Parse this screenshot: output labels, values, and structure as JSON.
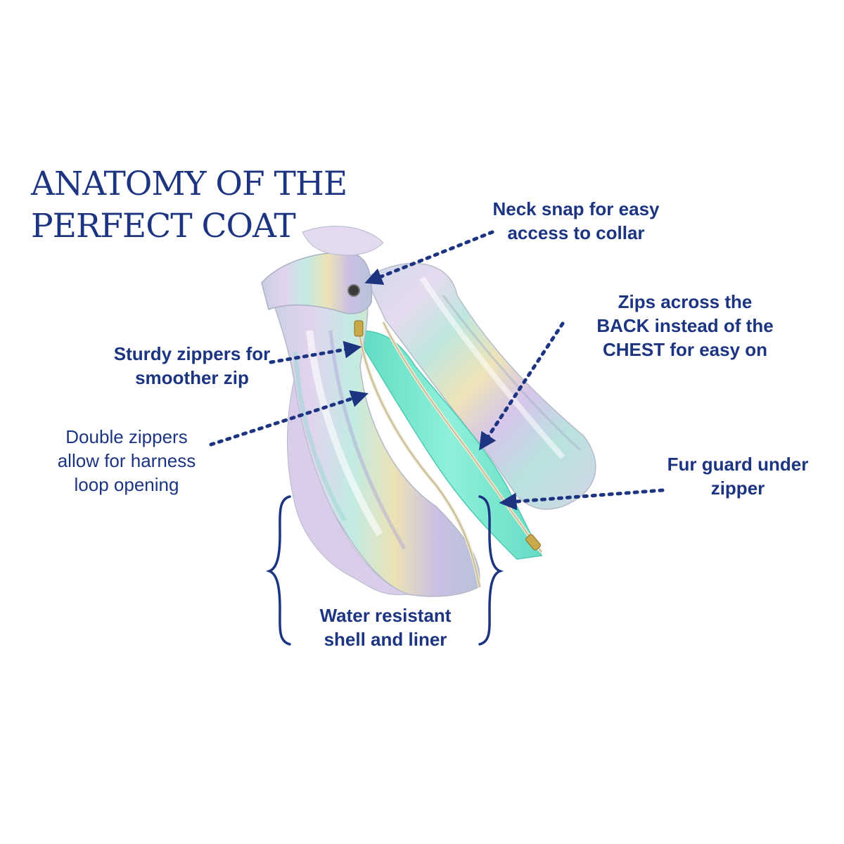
{
  "title": {
    "line1": "ANATOMY OF THE",
    "line2": "PERFECT COAT"
  },
  "callouts": {
    "neck_snap": {
      "line1": "Neck snap for easy",
      "line2": "access to collar"
    },
    "back_zip": {
      "line1": "Zips across the",
      "line2": "BACK instead of the",
      "line3": "CHEST for easy on"
    },
    "sturdy_zippers": {
      "line1": "Sturdy zippers for",
      "line2": "smoother zip"
    },
    "double_zippers": {
      "line1": "Double zippers",
      "line2": "allow for harness",
      "line3": "loop opening"
    },
    "fur_guard": {
      "line1": "Fur guard under",
      "line2": "zipper"
    },
    "water_resistant": {
      "line1": "Water resistant",
      "line2": "shell and liner"
    }
  },
  "colors": {
    "text": "#1d3580",
    "arrow": "#1d3580",
    "liner": "#7fe6cf",
    "shell_highlights": [
      "#d9c4e6",
      "#bfe7e0",
      "#e8dfb6",
      "#c9d3ec"
    ]
  }
}
